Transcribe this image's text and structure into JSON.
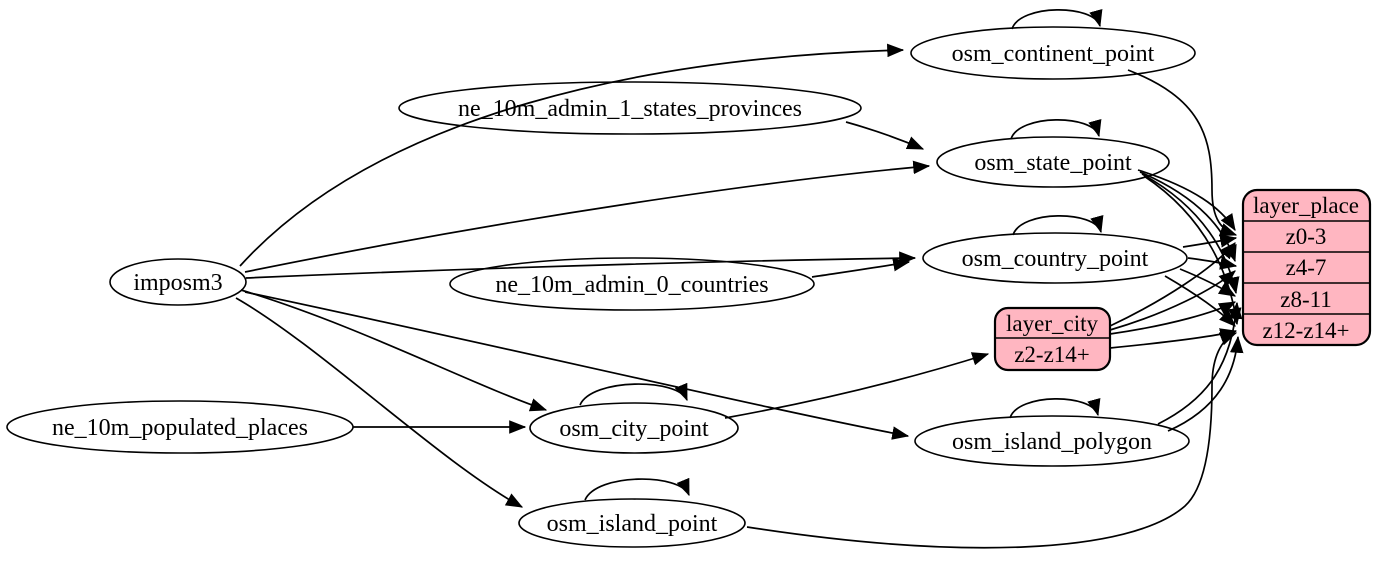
{
  "diagram": {
    "kind": "graphviz-digraph-etl",
    "background": "#ffffff",
    "colors": {
      "node_fill": "#ffffff",
      "record_fill": "#ffb6c1",
      "stroke": "#000000"
    },
    "nodes": {
      "imposm3": {
        "label": "imposm3",
        "shape": "ellipse"
      },
      "ne_10m_populated_places": {
        "label": "ne_10m_populated_places",
        "shape": "ellipse"
      },
      "ne_10m_admin_1_states_provinces": {
        "label": "ne_10m_admin_1_states_provinces",
        "shape": "ellipse"
      },
      "ne_10m_admin_0_countries": {
        "label": "ne_10m_admin_0_countries",
        "shape": "ellipse"
      },
      "osm_continent_point": {
        "label": "osm_continent_point",
        "shape": "ellipse",
        "self_loop": true
      },
      "osm_state_point": {
        "label": "osm_state_point",
        "shape": "ellipse",
        "self_loop": true
      },
      "osm_country_point": {
        "label": "osm_country_point",
        "shape": "ellipse",
        "self_loop": true
      },
      "osm_city_point": {
        "label": "osm_city_point",
        "shape": "ellipse",
        "self_loop": true
      },
      "osm_island_polygon": {
        "label": "osm_island_polygon",
        "shape": "ellipse",
        "self_loop": true
      },
      "osm_island_point": {
        "label": "osm_island_point",
        "shape": "ellipse",
        "self_loop": true
      }
    },
    "records": {
      "layer_city": {
        "title": "layer_city",
        "rows": [
          "z2-z14+"
        ]
      },
      "layer_place": {
        "title": "layer_place",
        "rows": [
          "z0-3",
          "z4-7",
          "z8-11",
          "z12-z14+"
        ]
      }
    },
    "edges": [
      {
        "from": "imposm3",
        "to": "osm_continent_point"
      },
      {
        "from": "imposm3",
        "to": "osm_state_point"
      },
      {
        "from": "imposm3",
        "to": "osm_country_point"
      },
      {
        "from": "imposm3",
        "to": "osm_city_point"
      },
      {
        "from": "imposm3",
        "to": "osm_island_polygon"
      },
      {
        "from": "imposm3",
        "to": "osm_island_point"
      },
      {
        "from": "ne_10m_admin_1_states_provinces",
        "to": "osm_state_point"
      },
      {
        "from": "ne_10m_admin_0_countries",
        "to": "osm_country_point"
      },
      {
        "from": "ne_10m_populated_places",
        "to": "osm_city_point"
      },
      {
        "from": "osm_continent_point",
        "to": "osm_continent_point"
      },
      {
        "from": "osm_state_point",
        "to": "osm_state_point"
      },
      {
        "from": "osm_country_point",
        "to": "osm_country_point"
      },
      {
        "from": "osm_city_point",
        "to": "osm_city_point"
      },
      {
        "from": "osm_island_polygon",
        "to": "osm_island_polygon"
      },
      {
        "from": "osm_island_point",
        "to": "osm_island_point"
      },
      {
        "from": "osm_continent_point",
        "to": "layer_place",
        "to_row": "z0-3"
      },
      {
        "from": "osm_state_point",
        "to": "layer_place",
        "to_row": "z0-3"
      },
      {
        "from": "osm_state_point",
        "to": "layer_place",
        "to_row": "z4-7"
      },
      {
        "from": "osm_state_point",
        "to": "layer_place",
        "to_row": "z8-11"
      },
      {
        "from": "osm_state_point",
        "to": "layer_place",
        "to_row": "z12-z14+"
      },
      {
        "from": "osm_country_point",
        "to": "layer_place",
        "to_row": "z0-3"
      },
      {
        "from": "osm_country_point",
        "to": "layer_place",
        "to_row": "z4-7"
      },
      {
        "from": "osm_country_point",
        "to": "layer_place",
        "to_row": "z8-11"
      },
      {
        "from": "osm_country_point",
        "to": "layer_place",
        "to_row": "z12-z14+"
      },
      {
        "from": "osm_city_point",
        "to": "layer_city",
        "to_row": "z2-z14+"
      },
      {
        "from": "layer_city",
        "to": "layer_place",
        "to_row": "z0-3"
      },
      {
        "from": "layer_city",
        "to": "layer_place",
        "to_row": "z4-7"
      },
      {
        "from": "layer_city",
        "to": "layer_place",
        "to_row": "z8-11"
      },
      {
        "from": "layer_city",
        "to": "layer_place",
        "to_row": "z12-z14+"
      },
      {
        "from": "osm_island_polygon",
        "to": "layer_place",
        "to_row": "z8-11"
      },
      {
        "from": "osm_island_polygon",
        "to": "layer_place",
        "to_row": "z12-z14+"
      },
      {
        "from": "osm_island_point",
        "to": "layer_place",
        "to_row": "z12-z14+"
      }
    ]
  }
}
